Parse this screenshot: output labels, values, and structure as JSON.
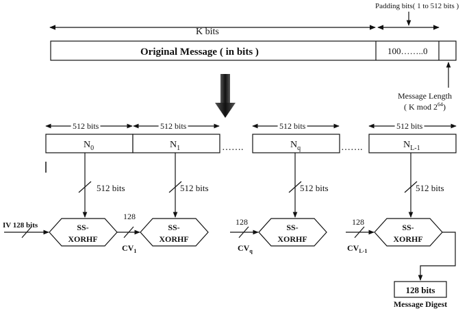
{
  "top": {
    "k_bits_label": "K bits",
    "padding_label": "Padding bits( 1 to 512 bits )",
    "message_label": "Original Message ( in bits )",
    "padding_value": "100……..0",
    "message_length_line1": "Message Length",
    "message_length_line2_pre": "( K mod 2",
    "message_length_line2_sup": "64",
    "message_length_line2_post": ")"
  },
  "blocks": {
    "span_label": "512 bits",
    "n0": {
      "base": "N",
      "sub": "0"
    },
    "n1": {
      "base": "N",
      "sub": "1"
    },
    "nq": {
      "base": "N",
      "sub": "q"
    },
    "nl1": {
      "base": "N",
      "sub": "L-1"
    },
    "dots": "……."
  },
  "down_label": "512 bits",
  "hex_line1": "SS-",
  "hex_line2": "XORHF",
  "iv_label": "IV 128 bits",
  "chain": {
    "width_label": "128",
    "cv1": {
      "base": "CV",
      "sub": "1"
    },
    "cvq": {
      "base": "CV",
      "sub": "q"
    },
    "cvl1": {
      "base": "CV",
      "sub": "L-1"
    }
  },
  "output": {
    "box_label": "128 bits",
    "caption": "Message Digest"
  }
}
